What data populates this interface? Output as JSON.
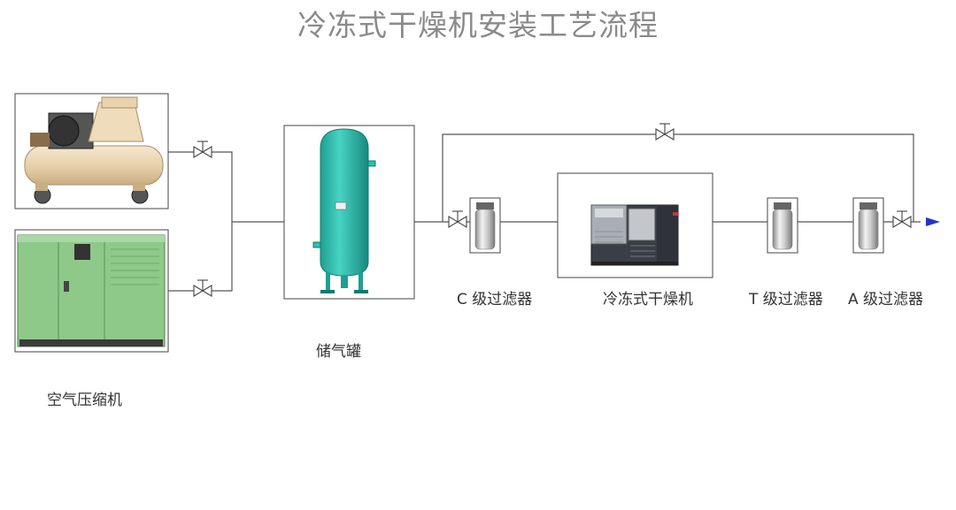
{
  "title": "冷冻式干燥机安装工艺流程",
  "labels": {
    "air_compressor": "空气压缩机",
    "air_tank": "储气罐",
    "c_filter": "C 级过滤器",
    "dryer": "冷冻式干燥机",
    "t_filter": "T 级过滤器",
    "a_filter": "A 级过滤器"
  },
  "colors": {
    "pipe": "#555555",
    "tank": "#2bbfb0",
    "compressor_green": "#8ec98a",
    "dryer_body": "#3a3f47",
    "flow_arrow": "#2233cc",
    "title_text": "#8a8a8a"
  }
}
